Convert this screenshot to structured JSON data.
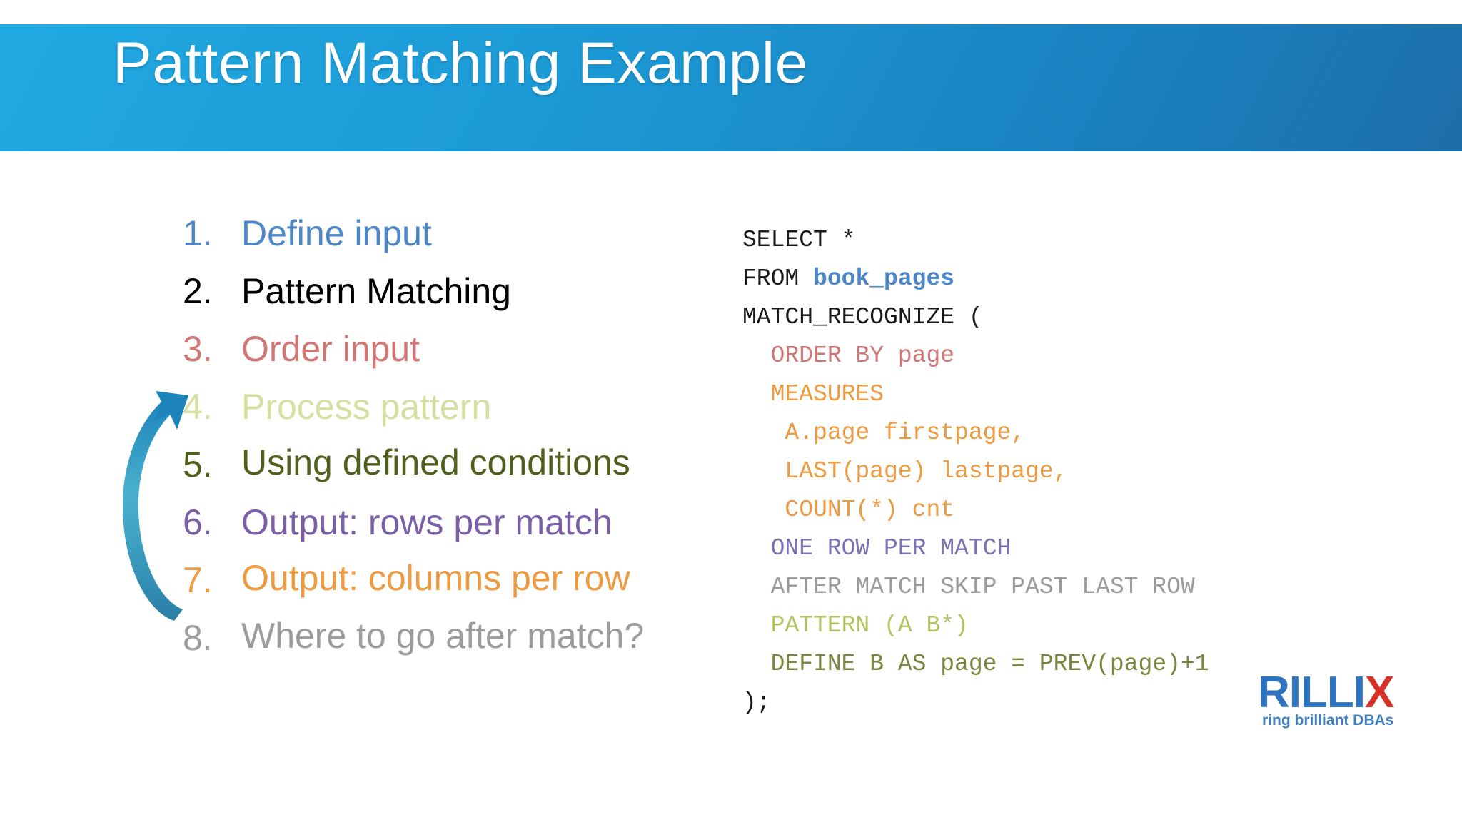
{
  "slide": {
    "title": "Pattern Matching Example",
    "background_color": "#ffffff",
    "title_band_color_start": "#21a9e1",
    "title_band_color_end": "#1d6ea8",
    "bottom_rule_color": "#24699e"
  },
  "agenda": {
    "items": [
      {
        "number": "1.",
        "label": "Define input",
        "color": "#4a86c8"
      },
      {
        "number": "2.",
        "label": "Pattern Matching",
        "color": "#000000"
      },
      {
        "number": "3.",
        "label": "Order input",
        "color": "#d07674"
      },
      {
        "number": "4.",
        "label": "Process pattern",
        "color": "#d5dfa0"
      },
      {
        "number": "5.",
        "label": "Using defined conditions",
        "color": "#4f5f1c"
      },
      {
        "number": "6.",
        "label": "Output: rows per match",
        "color": "#7b5ea8"
      },
      {
        "number": "7.",
        "label": "Output: columns per row",
        "color": "#ed9a41"
      },
      {
        "number": "8.",
        "label": "Where to go after match?",
        "color": "#9c9c9c"
      }
    ]
  },
  "arrow": {
    "name": "cycle-arrow",
    "color_start": "#1d84bb",
    "color_mid": "#3aa5c6",
    "color_end": "#2b7da5",
    "direction": "counter-clockwise-up"
  },
  "code": {
    "language": "sql",
    "lines": [
      {
        "text": "SELECT *",
        "color": "#1a1a1a",
        "bold": false
      },
      {
        "text": "FROM ",
        "color": "#1a1a1a",
        "bold": false,
        "tail": "book_pages",
        "tail_color": "#4a86c8",
        "tail_bold": true
      },
      {
        "text": "MATCH_RECOGNIZE (",
        "color": "#1a1a1a",
        "bold": false
      },
      {
        "text": "  ORDER BY page",
        "color": "#d07674",
        "bold": false
      },
      {
        "text": "  MEASURES",
        "color": "#ed9a41",
        "bold": false
      },
      {
        "text": "   A.page firstpage,",
        "color": "#ed9a41",
        "bold": false
      },
      {
        "text": "   LAST(page) lastpage,",
        "color": "#ed9a41",
        "bold": false
      },
      {
        "text": "   COUNT(*) cnt",
        "color": "#ed9a41",
        "bold": false
      },
      {
        "text": "  ONE ROW PER MATCH",
        "color": "#7b72b5",
        "bold": false
      },
      {
        "text": "  AFTER MATCH SKIP PAST LAST ROW",
        "color": "#9c9c9c",
        "bold": false
      },
      {
        "text": "  PATTERN (A B*)",
        "color": "#b5c25e",
        "bold": false
      },
      {
        "text": "  DEFINE B AS page = PREV(page)+1",
        "color": "#7b8540",
        "bold": false
      },
      {
        "text": ");",
        "color": "#1a1a1a",
        "bold": false
      }
    ]
  },
  "logo": {
    "word_visible": "RILLIX",
    "word_prefix": "RILLI",
    "word_suffix": "X",
    "tagline": "ring brilliant DBAs",
    "prefix_color": "#2f72bd",
    "suffix_color": "#d63127",
    "tagline_color": "#3f7fbe"
  }
}
